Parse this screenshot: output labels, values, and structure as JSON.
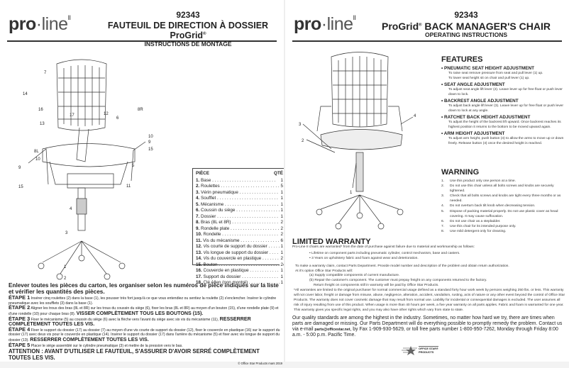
{
  "left_page": {
    "logo": {
      "bold": "pro",
      "light": "·line",
      "mark": "II"
    },
    "model_number": "92343",
    "title": "FAUTEUIL DE DIRECTION À DOSSIER ProGrid",
    "title_reg": "®",
    "subtitle": "INSTRUCTIONS DE MONTAGE",
    "diagram_labels": [
      "7",
      "14",
      "16",
      "17",
      "12",
      "6",
      "8R",
      "13",
      "10",
      "9",
      "15",
      "8L",
      "5",
      "11",
      "4",
      "3",
      "1",
      "2",
      "10",
      "9",
      "15"
    ],
    "parts_header": {
      "piece": "PIÈCE",
      "qty": "QTÉ"
    },
    "parts": [
      {
        "n": "1.",
        "name": "Base",
        "qty": "1"
      },
      {
        "n": "2.",
        "name": "Roulettes",
        "qty": "5"
      },
      {
        "n": "3.",
        "name": "Vérin pneumatique",
        "qty": "1"
      },
      {
        "n": "4.",
        "name": "Soufflet",
        "qty": "1"
      },
      {
        "n": "5.",
        "name": "Mécanisme",
        "qty": "1"
      },
      {
        "n": "6.",
        "name": "Coussin du siège",
        "qty": "1"
      },
      {
        "n": "7.",
        "name": "Dossier",
        "qty": "1"
      },
      {
        "n": "8.",
        "name": "Bras (8L et 8R)",
        "qty": "2"
      },
      {
        "n": "9.",
        "name": "Rondelle plate",
        "qty": "2"
      },
      {
        "n": "10.",
        "name": "Rondelle",
        "qty": "2"
      },
      {
        "n": "11.",
        "name": "Vis du mécanisme",
        "qty": "6"
      },
      {
        "n": "12.",
        "name": "Vis courte de support du dossier",
        "qty": "1"
      },
      {
        "n": "13.",
        "name": "Vis longue de support du dossier",
        "qty": "1"
      },
      {
        "n": "14.",
        "name": "Vis du couvercle en plastique",
        "qty": "2"
      },
      {
        "n": "15.",
        "name": "Bouton",
        "qty": "2"
      },
      {
        "n": "16.",
        "name": "Couvercle en plastique",
        "qty": "1"
      },
      {
        "n": "17.",
        "name": "Support du dossier",
        "qty": "1"
      },
      {
        "n": "18.",
        "name": "Clé Allen (non montré)",
        "qty": "1"
      }
    ],
    "intro": "Enlever toutes les pièces du carton, les organiser selon les numéros de pièce indiqués sur la liste et vérifier les quantités des pièces.",
    "steps": [
      {
        "label": "ÉTAPE 1",
        "text": "Insérer cinq roulettes (2) dans la base (1), les pousser très fort jusqu'à ce que vous entendiez ou sentiez la roulette (2) s'enclencher. Insérer le cylindre pneumatique avec les soufflets (3) dans la base (1).",
        "emphasis": ""
      },
      {
        "label": "ÉTAPE 2",
        "text": "Aligner les trous des bras (8L et 8R) sur les trous du coussin du siège (6), fixer les bras (8L et 8R) au moyen d'un bouton (15), d'une rondelle plate (9) et d'une rondelle (10) pour chaque bras (8).",
        "emphasis": "VISSER COMPLÈTEMENT TOUS LES BOUTONS (15)."
      },
      {
        "label": "ÉTAPE 3",
        "text": "Fixer le mécanisme (5) au coussin du siège (6) avec la flèche vers l'avant du siège avec six vis du mécanisme (11),",
        "emphasis": "RESSERRER COMPLÈTEMENT TOUTES LES VIS."
      },
      {
        "label": "ÉTAPE 4",
        "text": "Fixer le support du dossier (17) au dossier (7) au moyen d'une vis courte de support du dossier (12), fixer le couvercle en plastique (16) sur le support du dossier (17) avec deux vis pour le couvercle en plastique (14). Insérer le support du dossier (17) dans l'arrière du mécanisme (5) et fixer avec vis longue de support du dossier (13).",
        "emphasis": "RESSERRER COMPLÈTEMENT TOUTES LES VIS."
      },
      {
        "label": "ÉTAPE 5",
        "text": "Placer le siège assemblé sur le cylindre pneumatique (3) et mettre de la pression vers le bas.",
        "emphasis": ""
      }
    ],
    "attention": "ATTENTION : AVANT D'UTILISER LE FAUTEUIL, S'ASSURER D'AVOIR SERRÉ COMPLÈTEMENT TOUTES LES VIS.",
    "copyright": "© Office Star Products mars 2019"
  },
  "right_page": {
    "logo": {
      "bold": "pro",
      "light": "·line",
      "mark": "II"
    },
    "model_number": "92343",
    "title_pre": "ProGrid",
    "title_reg": "®",
    "title_post": " BACK MANAGER'S CHAIR",
    "subtitle": "OPERATING INSTRUCTIONS",
    "diagram_labels": [
      "3",
      "2",
      "1",
      "4"
    ],
    "features_heading": "FEATURES",
    "features": [
      {
        "title": "PNEUMATIC SEAT HEIGHT ADJUSTMENT",
        "desc": [
          "To raise seat remove pressure from seat and pull lever (1) up.",
          "To lower seat height sit on chair and pull lever (1) up."
        ]
      },
      {
        "title": "SEAT ANGLE ADJUSTMENT",
        "desc": [
          "To adjust seat angle lift lever (2). Leave lever up for free float or push lever down to lock."
        ]
      },
      {
        "title": "BACKREST ANGLE ADJUSTMENT",
        "desc": [
          "To adjust back angle lift lever (3).  Leave lever up for free float or push lever down to lock at any angle."
        ]
      },
      {
        "title": "RATCHET BACK HEIGHT ADJUSTMENT",
        "desc": [
          "To adjust the height of the backrest lift upward. Once backrest reaches its highest position it returns to the bottom to be moved upward again."
        ]
      },
      {
        "title": "ARM HEIGHT ADJUSTMENT",
        "desc": [
          "To adjust arm height, push button (4) to allow the arms to move up or down freely. Release button (4) once the desired height is reached."
        ]
      }
    ],
    "warning_heading": "WARNING",
    "warnings": [
      "Use this product only one person at a time.",
      "Do not use this chair unless all bolts screws and knobs are securely tightened.",
      "Check that all bolts screws and knobs are tight every three months or as needed.",
      "Do not overturn back tilt knob when decreasing tension.",
      "Dispose of packing material properly.  Do not use plastic cover as head covering.  It may cause suffocation.",
      "Do not use chair as a stepladder.",
      "Use this chair for its intended purpose only.",
      "Use mild detergent only for cleaning."
    ],
    "warranty": {
      "heading": "LIMITED WARRANTY",
      "intro": "Pro-Line II chairs are warranted* from the date of purchase against failure due to material and workmanship as follows:",
      "bullets": [
        "• Lifetime on component parts including pneumatic cylinder, control mechanism, base and casters.",
        "• 3 Years on upholstery fabric and foam against wear and deterioration."
      ],
      "claim": "To make a warranty claim, contact Parts Department. Provide model number and description of the problem and obtain return authorization.",
      "option": "At it's option Office Star Products will:",
      "option_a": "(a) Supply compatible components of current manufacture.",
      "option_b": "(b) Repair the customer's component. The customer must prepay freight on any components returned to the factory.",
      "return_freight": "Return freight on components still in warranty will be paid by Office Star Products.",
      "fine_print": "*All warranties are limited to the original purchaser for normal commercial usage defined as a standard forty hour work week by persons weighing 250 lbs. or less. This warranty will not cover labor, freight or damage from misuse, abuse, negligence, alteration, accident, vandalism, rusting, acts of nature or any other event beyond the control of Office Star Products. The warranty does not cover cosmetic damage that may result from normal use. Liability for incidental or consequential damages is excluded. The user assumes all risk of injury resulting from use of this product. When usage is more than 40 hours per week, a five year warranty on all parts applies. Fabric and foam is warranted for one year. This warranty gives you specific legal rights, and you may also have other rights which vary from state to state.",
      "quality_pre": "Our quality standards are among the highest in the industry. Sometimes, no matter how hard we try, there are times when parts are damaged or missing. Our Parts Department will do everything possible to promptly remedy the problem. Contact us via e-mail ",
      "email": "parts@officestar.net",
      "quality_post": ", by Fax 1-909-930-5629, or toll free parts number 1-800-950-7262, Monday through Friday 8:00 a.m. - 5:00 p.m. Pacific Time."
    },
    "brand_logo": {
      "line1": "OFFICE STAR®",
      "line2": "PRODUCTS"
    }
  }
}
